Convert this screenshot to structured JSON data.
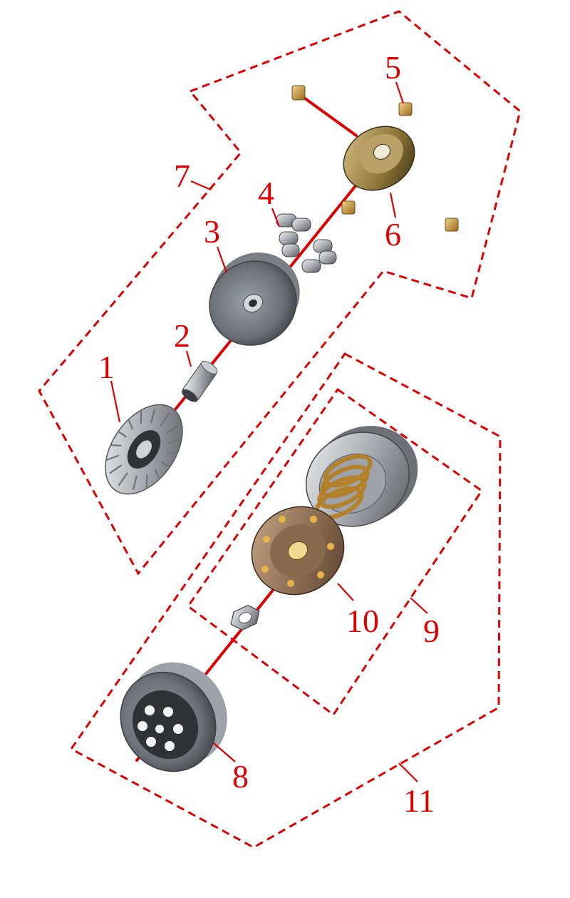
{
  "callouts": {
    "c1": "1",
    "c2": "2",
    "c3": "3",
    "c4": "4",
    "c5": "5",
    "c6": "6",
    "c7": "7",
    "c8": "8",
    "c9": "9",
    "c10": "10",
    "c11": "11"
  },
  "colors": {
    "accent": "#e00000",
    "metal": "#b8bcc2",
    "brass": "#c89a3c",
    "brown": "#8a6a4e"
  }
}
